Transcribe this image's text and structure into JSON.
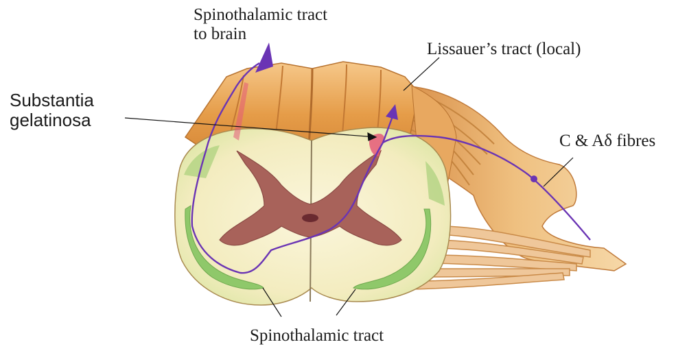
{
  "diagram": {
    "labels": {
      "spinothalamic_to_brain_line1": "Spinothalamic tract",
      "spinothalamic_to_brain_line2": "to brain",
      "lissauer": "Lissauer’s tract (local)",
      "substantia_line1": "Substantia",
      "substantia_line2": "gelatinosa",
      "fibres": "C & Aδ fibres",
      "spinothalamic_tract": "Spinothalamic tract"
    },
    "colors": {
      "pathway": "#6a34b4",
      "grey_matter": "#a4605a",
      "white_matter": "#f5efca",
      "tract_green": "#8fc86a",
      "cord_surface": "#e8a44e",
      "root": "#e9b878",
      "lissauer_highlight": "#e45a78"
    }
  }
}
